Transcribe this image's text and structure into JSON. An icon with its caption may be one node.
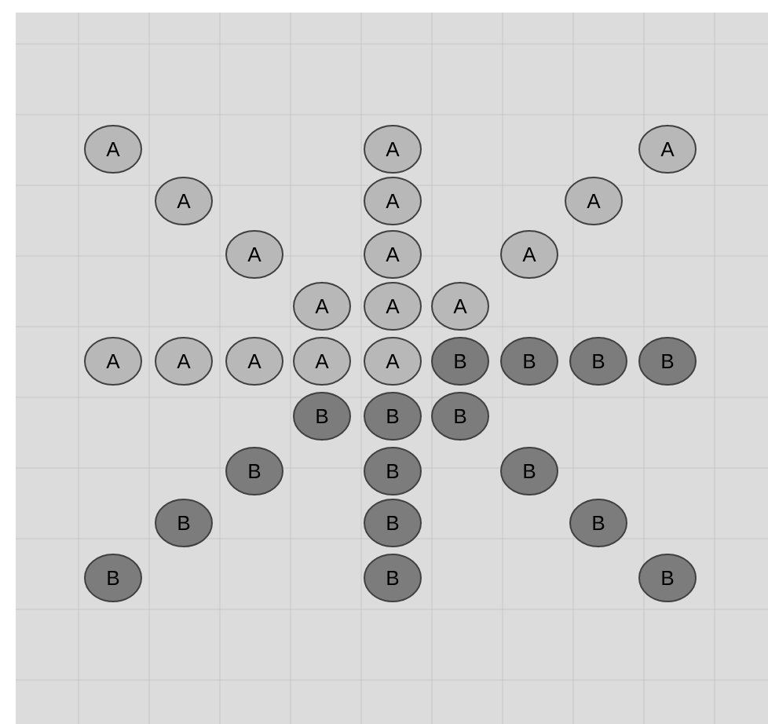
{
  "diagram": {
    "nodes": [
      {
        "text": [
          "A"
        ]
      },
      {
        "text": [
          "A"
        ]
      },
      {
        "text": [
          "A"
        ]
      },
      {
        "text": [
          "A"
        ]
      },
      {
        "text": [
          "A"
        ]
      },
      {
        "text": [
          "A"
        ]
      },
      {
        "text": [
          "A"
        ]
      },
      {
        "text": [
          "A"
        ]
      },
      {
        "text": [
          "A"
        ]
      },
      {
        "text": [
          "A"
        ]
      },
      {
        "text": [
          "A"
        ]
      },
      {
        "text": [
          "A"
        ]
      },
      {
        "text": [
          "A"
        ]
      },
      {
        "text": [
          "A"
        ]
      },
      {
        "text": [
          "A"
        ]
      },
      {
        "text": [
          "A"
        ]
      },
      {
        "text": [
          "A"
        ]
      },
      {
        "text": [
          "B"
        ]
      },
      {
        "text": [
          "B"
        ]
      },
      {
        "text": [
          "B"
        ]
      },
      {
        "text": [
          "B"
        ]
      },
      {
        "text": [
          "B"
        ]
      },
      {
        "text": [
          "B"
        ]
      },
      {
        "text": [
          "B"
        ]
      },
      {
        "text": [
          "B"
        ]
      },
      {
        "text": [
          "B"
        ]
      },
      {
        "text": [
          "B"
        ]
      },
      {
        "text": [
          "B"
        ]
      },
      {
        "text": [
          "B"
        ]
      },
      {
        "text": [
          "B"
        ]
      },
      {
        "text": [
          "B"
        ]
      },
      {
        "text": [
          "B"
        ]
      },
      {
        "text": [
          "B"
        ]
      }
    ]
  }
}
